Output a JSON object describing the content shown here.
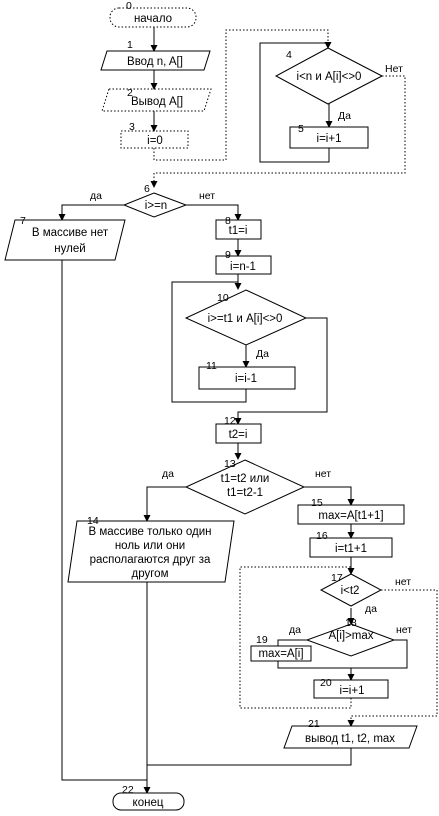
{
  "blocks": {
    "b0": {
      "num": "0",
      "text": [
        "начало"
      ]
    },
    "b1": {
      "num": "1",
      "text": [
        "Ввод  n, A[]"
      ]
    },
    "b2": {
      "num": "2",
      "text": [
        "Вывод A[]"
      ]
    },
    "b3": {
      "num": "3",
      "text": [
        "i=0"
      ]
    },
    "b4": {
      "num": "4",
      "text": [
        "i<n и A[i]<>0"
      ],
      "yes": "Да",
      "no": "Нет"
    },
    "b5": {
      "num": "5",
      "text": [
        "i=i+1"
      ]
    },
    "b6": {
      "num": "6",
      "text": [
        "i>=n"
      ],
      "yes": "да",
      "no": "нет"
    },
    "b7": {
      "num": "7",
      "text": [
        "В массиве нет",
        "нулей"
      ]
    },
    "b8": {
      "num": "8",
      "text": [
        "t1=i"
      ]
    },
    "b9": {
      "num": "9",
      "text": [
        "i=n-1"
      ]
    },
    "b10": {
      "num": "10",
      "text": [
        "i>=t1 и A[i]<>0"
      ],
      "yes": "Да"
    },
    "b11": {
      "num": "11",
      "text": [
        "i=i-1"
      ]
    },
    "b12": {
      "num": "12",
      "text": [
        "t2=i"
      ]
    },
    "b13": {
      "num": "13",
      "text": [
        "t1=t2 или",
        "t1=t2-1"
      ],
      "yes": "да",
      "no": "нет"
    },
    "b14": {
      "num": "14",
      "text": [
        "В массиве только один",
        "ноль или они",
        "располагаются друг за",
        "другом"
      ]
    },
    "b15": {
      "num": "15",
      "text": [
        "max=A[t1+1]"
      ]
    },
    "b16": {
      "num": "16",
      "text": [
        "i=t1+1"
      ]
    },
    "b17": {
      "num": "17",
      "text": [
        "i<t2"
      ],
      "yes": "да",
      "no": "нет"
    },
    "b18": {
      "num": "18",
      "text": [
        "A[i]>max"
      ],
      "yes": "да",
      "no": "нет"
    },
    "b19": {
      "num": "19",
      "text": [
        "max=A[i]"
      ]
    },
    "b20": {
      "num": "20",
      "text": [
        "i=i+1"
      ]
    },
    "b21": {
      "num": "21",
      "text": [
        "вывод t1, t2, max"
      ]
    },
    "b22": {
      "num": "22",
      "text": [
        "конец"
      ]
    }
  }
}
